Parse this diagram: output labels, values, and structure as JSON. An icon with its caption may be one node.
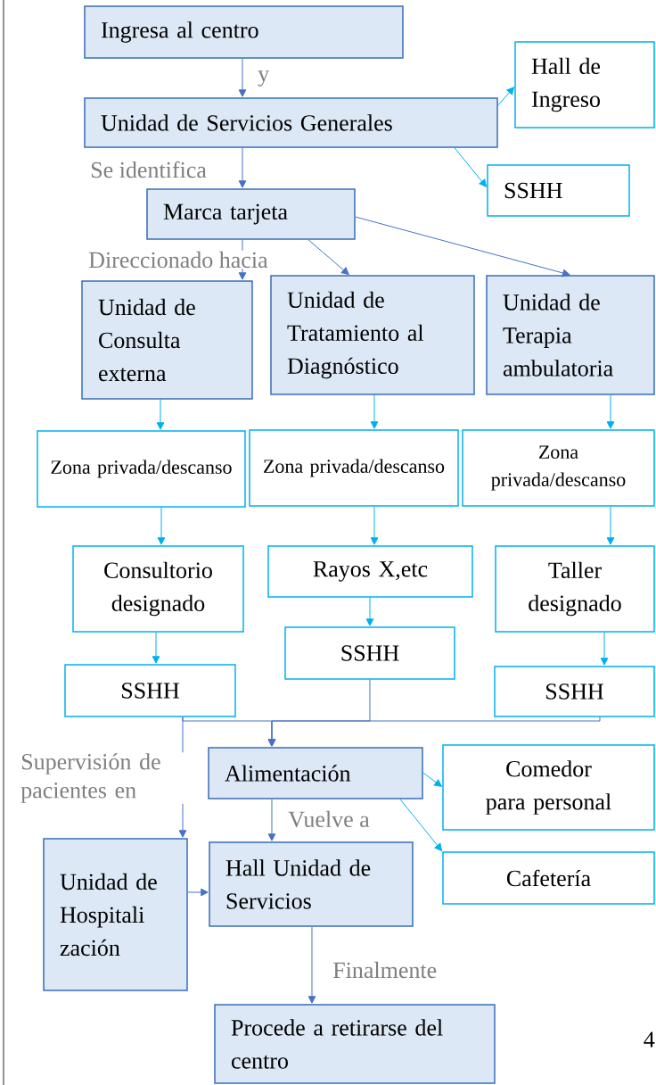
{
  "diagram": {
    "nodes": [
      {
        "text": [
          "Ingresa al centro"
        ]
      },
      {
        "text": [
          "Hall de Ingreso"
        ]
      },
      {
        "text": [
          "Unidad de Servicios Generales"
        ]
      },
      {
        "text": [
          "SSHH"
        ]
      },
      {
        "text": [
          "Marca tarjeta"
        ]
      },
      {
        "text": [
          "Unidad de Consulta externa"
        ]
      },
      {
        "text": [
          "Unidad de Tratamiento al Diagnóstico"
        ]
      },
      {
        "text": [
          "Unidad de Terapia ambulatoria"
        ]
      },
      {
        "text": [
          "Zona privada/descanso"
        ]
      },
      {
        "text": [
          "Zona privada/descanso"
        ]
      },
      {
        "text": [
          "Zona privada/descanso"
        ]
      },
      {
        "text": [
          "Consultorio designado"
        ]
      },
      {
        "text": [
          "Rayos X,etc"
        ]
      },
      {
        "text": [
          "Taller designado"
        ]
      },
      {
        "text": [
          "SSHH"
        ]
      },
      {
        "text": [
          "SSHH"
        ]
      },
      {
        "text": [
          "SSHH"
        ]
      },
      {
        "text": [
          "Alimentación"
        ]
      },
      {
        "text": [
          "Comedor para personal"
        ]
      },
      {
        "text": [
          "Unidad de Hospitali zación"
        ]
      },
      {
        "text": [
          "Hall Unidad de Servicios"
        ]
      },
      {
        "text": [
          "Cafetería"
        ]
      },
      {
        "text": [
          "Procede a retirarse del centro"
        ]
      }
    ],
    "edges": [
      {
        "from": 0,
        "to": 2,
        "arrow": "to",
        "label": "y"
      },
      {
        "from": 2,
        "to": 1,
        "arrow": "to",
        "color": "#00b0f0"
      },
      {
        "from": 2,
        "to": 3,
        "arrow": "to",
        "color": "#00b0f0"
      },
      {
        "from": 2,
        "to": 4,
        "arrow": "to",
        "label": "Se identifica"
      },
      {
        "from": 4,
        "to": 5,
        "arrow": "to",
        "label": "Direccionado hacia"
      },
      {
        "from": 4,
        "to": 6,
        "arrow": "to"
      },
      {
        "from": 4,
        "to": 7,
        "arrow": "to"
      },
      {
        "from": 5,
        "to": 8,
        "arrow": "to",
        "color": "#00b0f0"
      },
      {
        "from": 6,
        "to": 9,
        "arrow": "to",
        "color": "#00b0f0"
      },
      {
        "from": 7,
        "to": 10,
        "arrow": "to",
        "color": "#00b0f0"
      },
      {
        "from": 8,
        "to": 11,
        "arrow": "to",
        "color": "#00b0f0"
      },
      {
        "from": 9,
        "to": 12,
        "arrow": "to",
        "color": "#00b0f0"
      },
      {
        "from": 10,
        "to": 13,
        "arrow": "to",
        "color": "#00b0f0"
      },
      {
        "from": 11,
        "to": 14,
        "arrow": "to",
        "color": "#00b0f0"
      },
      {
        "from": 12,
        "to": 15,
        "arrow": "to",
        "color": "#00b0f0"
      },
      {
        "from": 13,
        "to": 16,
        "arrow": "to",
        "color": "#00b0f0"
      },
      {
        "from": 14,
        "to": 17,
        "arrow": "to"
      },
      {
        "from": 15,
        "to": 17,
        "arrow": "to"
      },
      {
        "from": 16,
        "to": 17,
        "arrow": "to"
      },
      {
        "from": 14,
        "to": 19,
        "arrow": "to",
        "label": "Supervisión de pacientes en"
      },
      {
        "from": 17,
        "to": 20,
        "arrow": "to",
        "label": "Vuelve a"
      },
      {
        "from": 17,
        "to": 18,
        "arrow": "to",
        "color": "#00b0f0"
      },
      {
        "from": 17,
        "to": 21,
        "arrow": "to",
        "color": "#00b0f0"
      },
      {
        "from": 19,
        "to": 20,
        "arrow": "to"
      },
      {
        "from": 20,
        "to": 22,
        "arrow": "to",
        "label": "Finalmente"
      }
    ],
    "labels": [
      "4"
    ]
  }
}
